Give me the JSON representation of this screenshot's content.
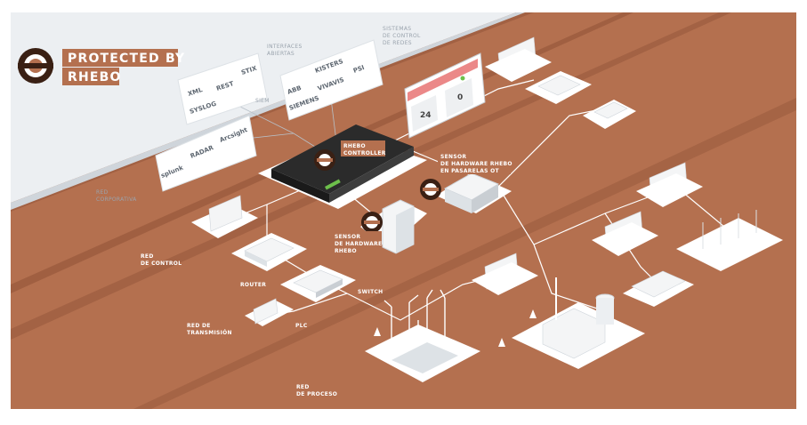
{
  "brand": {
    "title_line1": "PROTECTED BY",
    "title_line2": "RHEBO",
    "accent": "#b4704f",
    "dark": "#3a2014"
  },
  "zones": {
    "corporativa": [
      "RED",
      "CORPORATIVA"
    ],
    "control": [
      "RED",
      "DE CONTROL"
    ],
    "transmision": [
      "RED DE",
      "TRANSMISIÓN"
    ],
    "proceso": [
      "RED",
      "DE PROCESO"
    ]
  },
  "corporate_labels": {
    "interfaces": [
      "INTERFACES",
      "ABIERTAS"
    ],
    "sistemas": [
      "SISTEMAS",
      "DE CONTROL",
      "DE REDES"
    ],
    "siem": "SIEM"
  },
  "logos": {
    "panel_a": [
      "REST",
      "STIX",
      "XML",
      "SYSLOG"
    ],
    "panel_b": [
      "ABB",
      "KISTERS",
      "VIVAVIS",
      "PSI",
      "SIEMENS"
    ],
    "panel_c": [
      "RADAR",
      "Arcsight",
      "splunk"
    ]
  },
  "components": {
    "controller": [
      "RHEBO",
      "CONTROLLER"
    ],
    "gateway_sensor": [
      "SENSOR",
      "DE HARDWARE RHEBO",
      "EN PASARELAS OT"
    ],
    "hw_sensor": [
      "SENSOR",
      "DE HARDWARE",
      "RHEBO"
    ],
    "router": "ROUTER",
    "switch": "SWITCH",
    "plc": "PLC"
  },
  "dashboard": {
    "value_a": "24",
    "value_b": "0"
  },
  "icons": [
    "rhebo-logo-icon",
    "rhebo-badge-icon",
    "dashboard-icon",
    "wind-turbine-icon",
    "solar-panel-icon",
    "substation-icon",
    "power-plant-icon"
  ],
  "colors": {
    "ground": "#b4704f",
    "corporate_floor": "#eceff2",
    "device": "#f4f5f6",
    "line": "#ffffff"
  }
}
